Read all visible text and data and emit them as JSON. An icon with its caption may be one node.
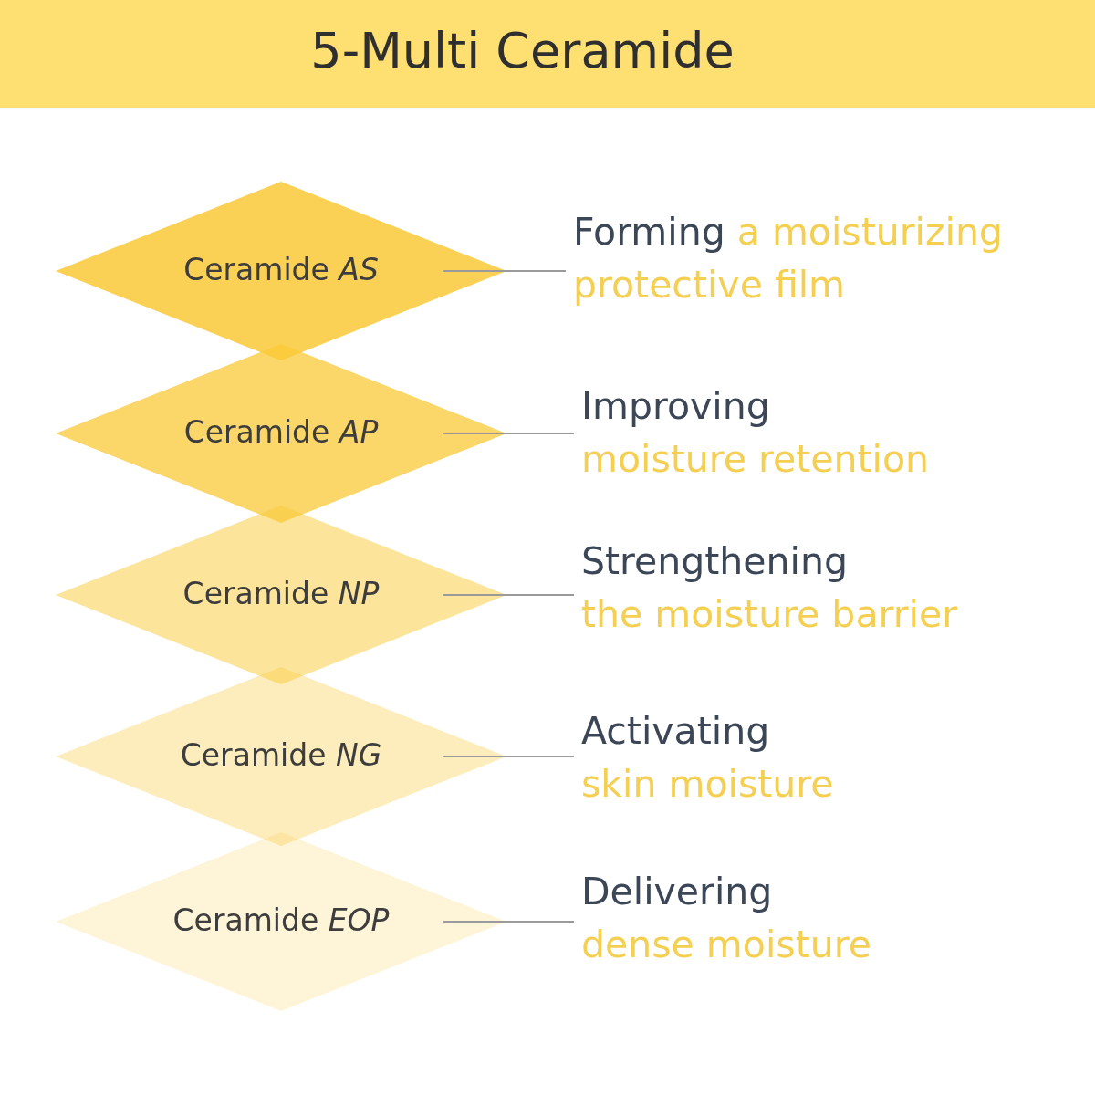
{
  "diagram": {
    "title": "5-Multi Ceramide",
    "nodes": [
      {
        "text": [
          "Ceramide *AS*"
        ]
      },
      {
        "text": [
          "Forming",
          "a moisturizing protective film"
        ]
      },
      {
        "text": [
          "Ceramide *AP*"
        ]
      },
      {
        "text": [
          "Improving",
          "moisture retention"
        ]
      },
      {
        "text": [
          "Ceramide *NP*"
        ]
      },
      {
        "text": [
          "Strengthening",
          "the moisture barrier"
        ]
      },
      {
        "text": [
          "Ceramide *NG*"
        ]
      },
      {
        "text": [
          "Activating",
          "skin moisture"
        ]
      },
      {
        "text": [
          "Ceramide *EOP*"
        ]
      },
      {
        "text": [
          "Delivering",
          "dense moisture"
        ]
      }
    ],
    "edges": [
      {
        "from": 0,
        "to": 1,
        "arrow": "none"
      },
      {
        "from": 2,
        "to": 3,
        "arrow": "none"
      },
      {
        "from": 4,
        "to": 5,
        "arrow": "none"
      },
      {
        "from": 6,
        "to": 7,
        "arrow": "none"
      },
      {
        "from": 8,
        "to": 9,
        "arrow": "none"
      }
    ]
  }
}
